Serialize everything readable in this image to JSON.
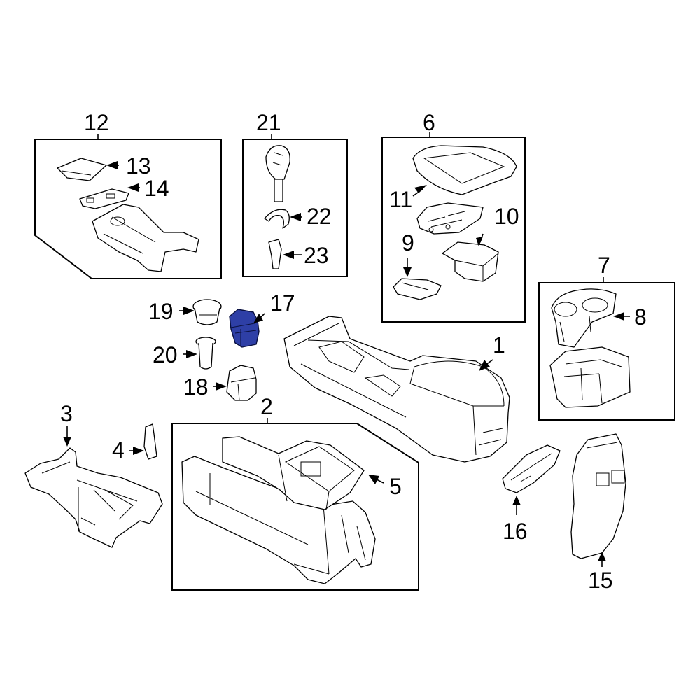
{
  "callouts": {
    "c1": "1",
    "c2": "2",
    "c3": "3",
    "c4": "4",
    "c5": "5",
    "c6": "6",
    "c7": "7",
    "c8": "8",
    "c9": "9",
    "c10": "10",
    "c11": "11",
    "c12": "12",
    "c13": "13",
    "c14": "14",
    "c15": "15",
    "c16": "16",
    "c17": "17",
    "c18": "18",
    "c19": "19",
    "c20": "20",
    "c21": "21",
    "c22": "22",
    "c23": "23"
  },
  "highlight_color": "#2e3fa6",
  "highlighted_part": "17"
}
